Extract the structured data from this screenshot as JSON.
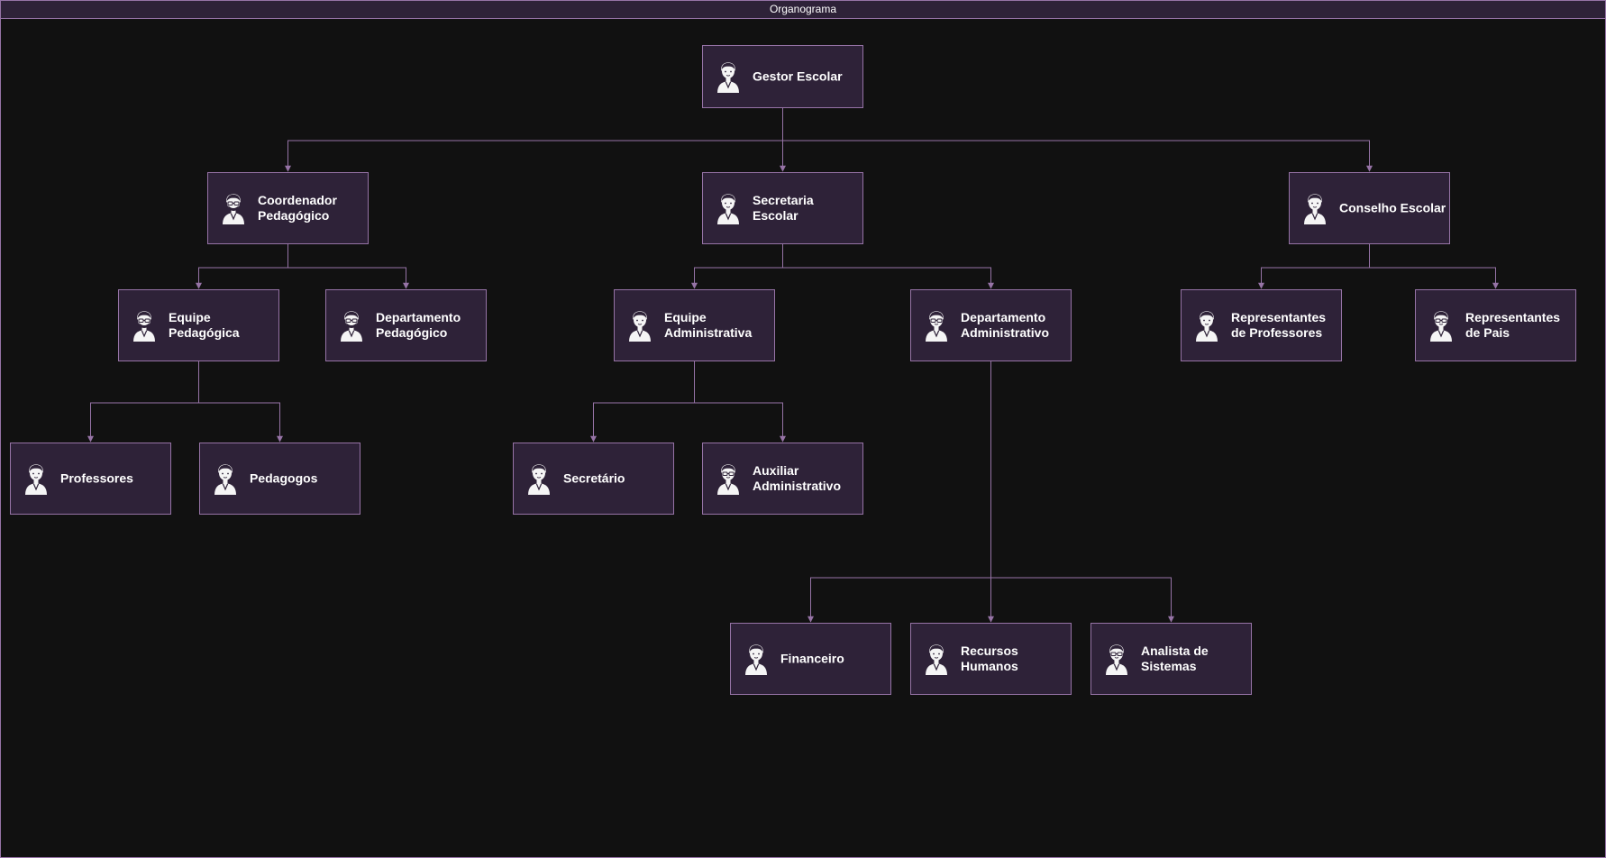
{
  "diagram": {
    "title": "Organograma",
    "colors": {
      "background": "#111111",
      "node_fill": "#2e2238",
      "node_border": "#9673a6",
      "text": "#ffffff"
    },
    "nodes": [
      {
        "id": "gestor",
        "label": "Gestor Escolar",
        "icon": "person-icon"
      },
      {
        "id": "coord",
        "label": "Coordenador\nPedagógico",
        "icon": "person-glasses-beard-icon"
      },
      {
        "id": "secretaria",
        "label": "Secretaria\nEscolar",
        "icon": "person-icon"
      },
      {
        "id": "conselho",
        "label": "Conselho Escolar",
        "icon": "person-icon"
      },
      {
        "id": "equipe_ped",
        "label": "Equipe\nPedagógica",
        "icon": "person-glasses-beard-icon"
      },
      {
        "id": "depto_ped",
        "label": "Departamento\nPedagógico",
        "icon": "person-glasses-beard-icon"
      },
      {
        "id": "equipe_adm",
        "label": "Equipe\nAdministrativa",
        "icon": "person-icon"
      },
      {
        "id": "depto_adm",
        "label": "Departamento\nAdministrativo",
        "icon": "person-glasses-icon"
      },
      {
        "id": "rep_prof",
        "label": "Representantes\nde Professores",
        "icon": "person-icon"
      },
      {
        "id": "rep_pais",
        "label": "Representantes\nde Pais",
        "icon": "person-glasses-icon"
      },
      {
        "id": "professores",
        "label": "Professores",
        "icon": "person-icon"
      },
      {
        "id": "pedagogos",
        "label": "Pedagogos",
        "icon": "person-icon"
      },
      {
        "id": "secretario",
        "label": "Secretário",
        "icon": "person-icon"
      },
      {
        "id": "auxiliar",
        "label": "Auxiliar\nAdministrativo",
        "icon": "person-glasses-icon"
      },
      {
        "id": "financeiro",
        "label": "Financeiro",
        "icon": "person-icon"
      },
      {
        "id": "rh",
        "label": "Recursos\nHumanos",
        "icon": "person-icon"
      },
      {
        "id": "analista",
        "label": "Analista de\nSistemas",
        "icon": "person-glasses-icon"
      }
    ],
    "edges": [
      {
        "from": "gestor",
        "to": "coord"
      },
      {
        "from": "gestor",
        "to": "secretaria"
      },
      {
        "from": "gestor",
        "to": "conselho"
      },
      {
        "from": "coord",
        "to": "equipe_ped"
      },
      {
        "from": "coord",
        "to": "depto_ped"
      },
      {
        "from": "secretaria",
        "to": "equipe_adm"
      },
      {
        "from": "secretaria",
        "to": "depto_adm"
      },
      {
        "from": "conselho",
        "to": "rep_prof"
      },
      {
        "from": "conselho",
        "to": "rep_pais"
      },
      {
        "from": "equipe_ped",
        "to": "professores"
      },
      {
        "from": "equipe_ped",
        "to": "pedagogos"
      },
      {
        "from": "equipe_adm",
        "to": "secretario"
      },
      {
        "from": "equipe_adm",
        "to": "auxiliar"
      },
      {
        "from": "depto_adm",
        "to": "financeiro"
      },
      {
        "from": "depto_adm",
        "to": "rh"
      },
      {
        "from": "depto_adm",
        "to": "analista"
      }
    ]
  }
}
